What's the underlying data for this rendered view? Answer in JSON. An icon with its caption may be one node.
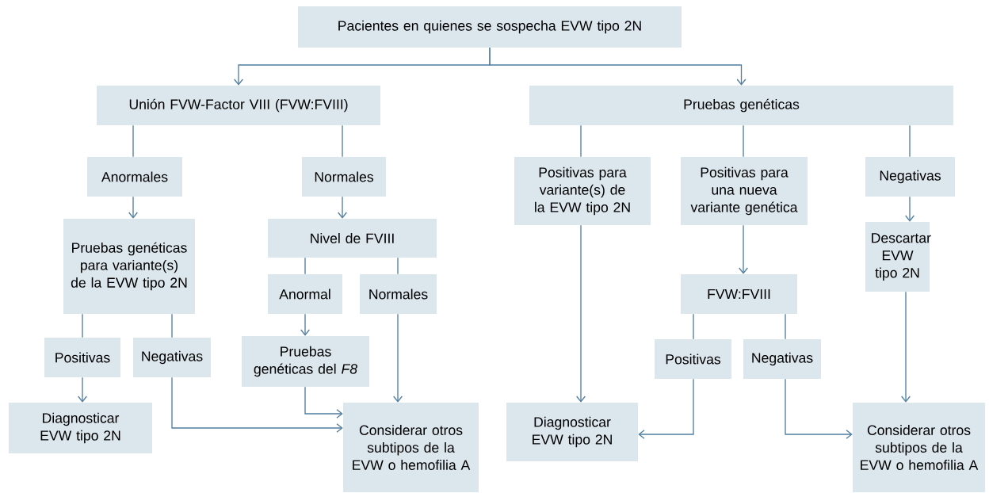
{
  "diagram": {
    "nodes": [
      {
        "text": [
          "Pacientes en quienes se sospecha EVW tipo 2N"
        ]
      },
      {
        "text": [
          "Unión FVW-Factor VIII (FVW:FVIII)"
        ]
      },
      {
        "text": [
          "Pruebas genéticas"
        ]
      },
      {
        "text": [
          "Anormales"
        ]
      },
      {
        "text": [
          "Normales"
        ]
      },
      {
        "text": [
          "Pruebas genéticas para variante(s) de la EVW tipo 2N"
        ]
      },
      {
        "text": [
          "Nivel de FVIII"
        ]
      },
      {
        "text": [
          "Positivas"
        ]
      },
      {
        "text": [
          "Negativas"
        ]
      },
      {
        "text": [
          "Anormal"
        ]
      },
      {
        "text": [
          "Normales"
        ]
      },
      {
        "text": [
          "Pruebas genéticas del *F8*"
        ]
      },
      {
        "text": [
          "Diagnosticar EVW tipo 2N"
        ]
      },
      {
        "text": [
          "Considerar otros subtipos de la EVW o hemofilia A"
        ]
      },
      {
        "text": [
          "Positivas para variante(s) de la EVW tipo 2N"
        ]
      },
      {
        "text": [
          "Positivas para una nueva variante genética"
        ]
      },
      {
        "text": [
          "Negativas"
        ]
      },
      {
        "text": [
          "FVW:FVIII"
        ]
      },
      {
        "text": [
          "Descartar EVW tipo 2N"
        ]
      },
      {
        "text": [
          "Positivas"
        ]
      },
      {
        "text": [
          "Negativas"
        ]
      },
      {
        "text": [
          "Diagnosticar EVW tipo 2N"
        ]
      },
      {
        "text": [
          "Considerar otros subtipos de la EVW o hemofilia A"
        ]
      }
    ],
    "edges": [
      {
        "from": 0,
        "to": 1,
        "arrow": "to"
      },
      {
        "from": 0,
        "to": 2,
        "arrow": "to"
      },
      {
        "from": 1,
        "to": 3,
        "arrow": "none"
      },
      {
        "from": 1,
        "to": 4,
        "arrow": "none"
      },
      {
        "from": 3,
        "to": 5,
        "arrow": "to"
      },
      {
        "from": 4,
        "to": 6,
        "arrow": "to"
      },
      {
        "from": 5,
        "to": 7,
        "arrow": "none"
      },
      {
        "from": 5,
        "to": 8,
        "arrow": "none"
      },
      {
        "from": 6,
        "to": 9,
        "arrow": "none"
      },
      {
        "from": 6,
        "to": 10,
        "arrow": "none"
      },
      {
        "from": 7,
        "to": 12,
        "arrow": "to"
      },
      {
        "from": 9,
        "to": 11,
        "arrow": "to"
      },
      {
        "from": 10,
        "to": 13,
        "arrow": "to"
      },
      {
        "from": 8,
        "to": 13,
        "arrow": "to"
      },
      {
        "from": 11,
        "to": 13,
        "arrow": "to"
      },
      {
        "from": 2,
        "to": 14,
        "arrow": "none"
      },
      {
        "from": 2,
        "to": 15,
        "arrow": "none"
      },
      {
        "from": 2,
        "to": 16,
        "arrow": "none"
      },
      {
        "from": 14,
        "to": 21,
        "arrow": "to"
      },
      {
        "from": 15,
        "to": 17,
        "arrow": "to"
      },
      {
        "from": 17,
        "to": 19,
        "arrow": "none"
      },
      {
        "from": 17,
        "to": 20,
        "arrow": "none"
      },
      {
        "from": 19,
        "to": 21,
        "arrow": "to"
      },
      {
        "from": 20,
        "to": 22,
        "arrow": "to"
      },
      {
        "from": 16,
        "to": 18,
        "arrow": "to"
      },
      {
        "from": 18,
        "to": 22,
        "arrow": "to"
      }
    ]
  }
}
